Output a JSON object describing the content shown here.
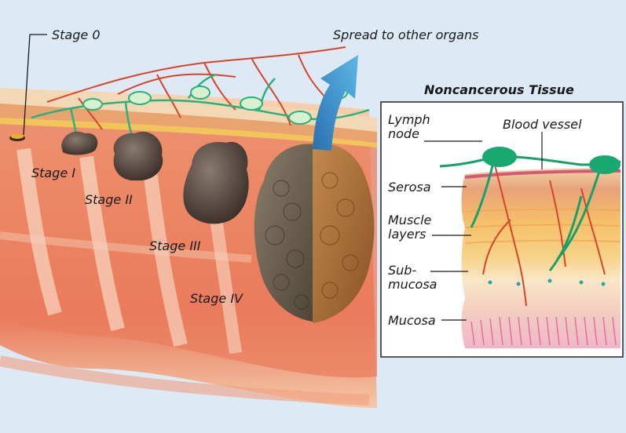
{
  "stages": {
    "stage0": "Stage 0",
    "stage1": "Stage I",
    "stage2": "Stage II",
    "stage3": "Stage III",
    "stage4": "Stage IV"
  },
  "spread": "Spread to other organs",
  "inset": {
    "title": "Noncancerous Tissue",
    "lymph_line1": "Lymph",
    "lymph_line2": "node",
    "blood_vessel": "Blood vessel",
    "serosa": "Serosa",
    "muscle_line1": "Muscle",
    "muscle_line2": "layers",
    "sub_line1": "Sub-",
    "sub_line2": "mucosa",
    "mucosa": "Mucosa"
  }
}
